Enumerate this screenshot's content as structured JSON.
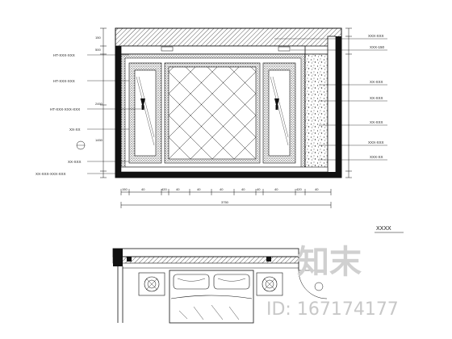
{
  "elevation": {
    "left_callouts": [
      "HT-XXX-XXX",
      "HT-XXX-XXX",
      "HT-XXX-XXX-XXX",
      "XX-XX",
      "XX-XXX",
      "XX-XXX-XXX-XXX"
    ],
    "right_callouts": [
      "XXX-XXX",
      "XXX-150",
      "XX-XXX",
      "XX-XXX",
      "XX-XXX",
      "XXX-XXX",
      "XXX-XX"
    ],
    "left_dims": [
      "150",
      "500",
      "2450",
      "1450"
    ],
    "bottom_dims": [
      "150",
      "40",
      "420",
      "40",
      "40",
      "40",
      "40",
      "40",
      "40",
      "420",
      "40"
    ],
    "overall_dim": "3750"
  },
  "plan": {
    "title": "XXXX"
  },
  "watermark": {
    "logo": "知末",
    "id": "ID: 167174177"
  },
  "colors": {
    "line": "#111111",
    "hatch": "#333333",
    "watermark": "#cccccc"
  }
}
